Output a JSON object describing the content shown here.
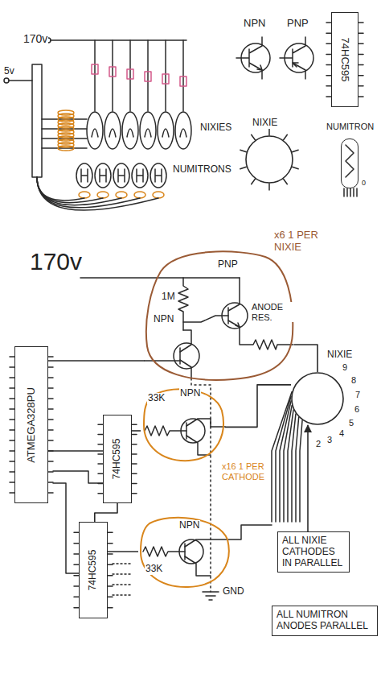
{
  "diagram": {
    "nodes": [
      {
        "text": [
          "74HC595"
        ]
      },
      {
        "text": [
          "NIXIE"
        ]
      },
      {
        "text": [
          "NUMITRON"
        ]
      },
      {
        "text": [
          "x6 1 PER NIXIE",
          "PNP",
          "1M",
          "NPN",
          "ANODE RES."
        ]
      },
      {
        "text": [
          "ATMEGA328PU"
        ]
      },
      {
        "text": [
          "74HC595"
        ]
      },
      {
        "text": [
          "74HC595"
        ]
      },
      {
        "text": [
          "33K",
          "NPN",
          "x16 1 PER CATHODE"
        ]
      },
      {
        "text": [
          "NPN",
          "33K"
        ]
      },
      {
        "text": [
          "NIXIE"
        ]
      },
      {
        "text": [
          "ALL NIXIE CATHODES IN PARALLEL"
        ]
      },
      {
        "text": [
          "ALL NUMITRON ANODES PARALLEL"
        ]
      }
    ],
    "edges": [
      {
        "from": 4,
        "to": 3,
        "arrow": "none"
      },
      {
        "from": 4,
        "to": 5,
        "arrow": "none"
      },
      {
        "from": 5,
        "to": 6,
        "arrow": "none"
      },
      {
        "from": 5,
        "to": 7,
        "arrow": "none"
      },
      {
        "from": 6,
        "to": 8,
        "arrow": "none"
      },
      {
        "from": 3,
        "to": 9,
        "arrow": "none"
      },
      {
        "from": 7,
        "to": 9,
        "arrow": "none"
      },
      {
        "from": 10,
        "to": 9,
        "arrow": "to"
      }
    ],
    "labels": [
      "170v",
      "5v",
      "NIXIES",
      "NUMITRONS",
      "NPN",
      "PNP",
      "0",
      "170v",
      "9",
      "8",
      "7",
      "6",
      "5",
      "4",
      "3",
      "2",
      "GND"
    ]
  }
}
